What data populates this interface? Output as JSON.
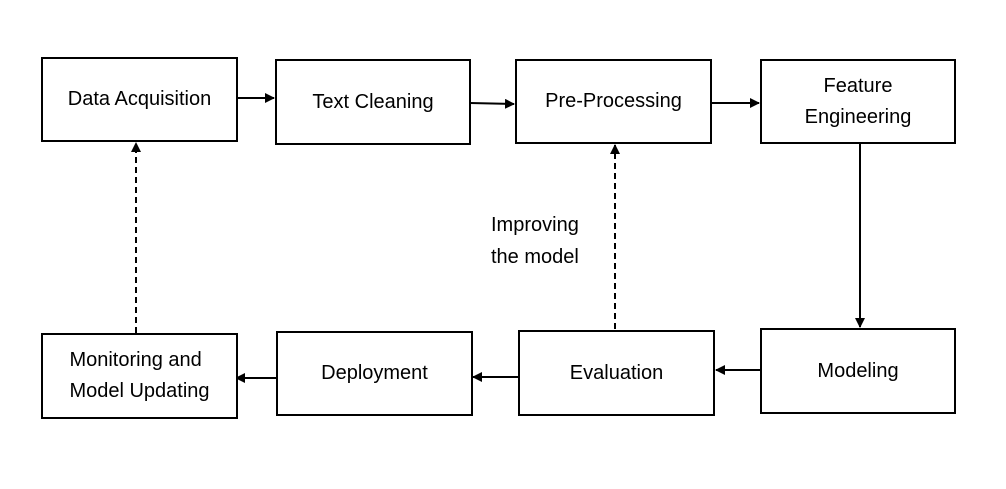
{
  "diagram": {
    "nodes": {
      "data_acquisition": "Data Acquisition",
      "text_cleaning": "Text Cleaning",
      "pre_processing": "Pre-Processing",
      "feature_engineering": "Feature\nEngineering",
      "modeling": "Modeling",
      "evaluation": "Evaluation",
      "deployment": "Deployment",
      "monitoring": "Monitoring and\nModel Updating"
    },
    "feedback_label": "Improving\nthe model",
    "colors": {
      "stroke": "#000000",
      "background": "#ffffff"
    }
  }
}
